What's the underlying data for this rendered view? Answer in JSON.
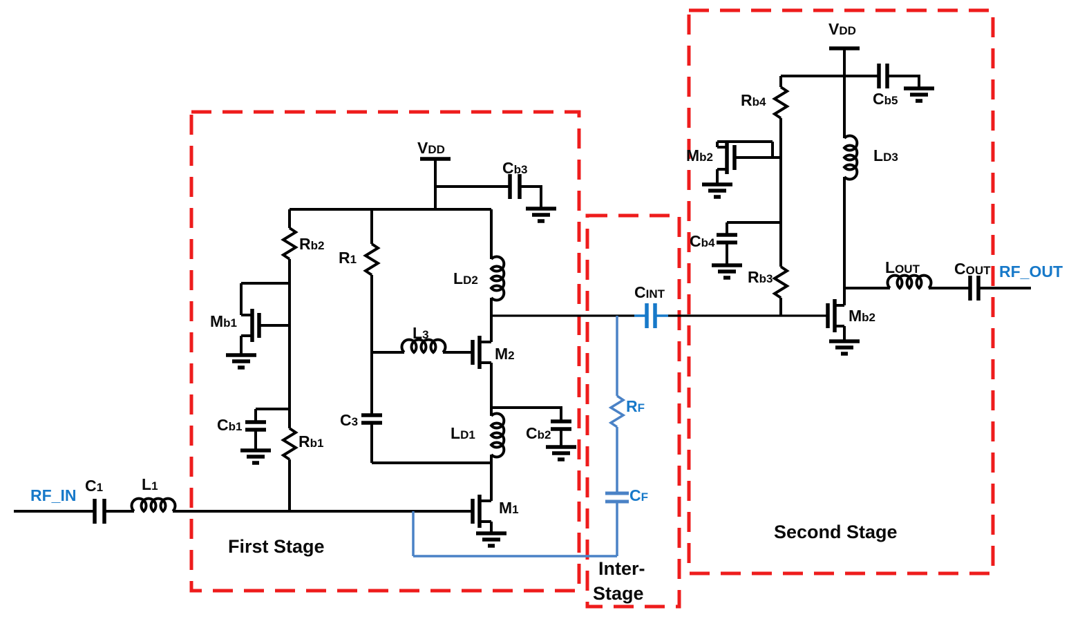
{
  "diagram": {
    "type": "circuit-schematic",
    "description": "Two-stage RF amplifier schematic with inter-stage feedback network",
    "stages": {
      "first": "First Stage",
      "inter_line1": "Inter-",
      "inter_line2": "Stage",
      "second": "Second Stage"
    },
    "ports": {
      "input": "RF_IN",
      "output": "RF_OUT"
    },
    "supply": {
      "main": "V",
      "sub": "DD"
    },
    "components": {
      "c1": {
        "main": "C",
        "sub": "1"
      },
      "l1": {
        "main": "L",
        "sub": "1"
      },
      "rb2": {
        "main": "R",
        "sub": "b2"
      },
      "r1": {
        "main": "R",
        "sub": "1"
      },
      "mb1": {
        "main": "M",
        "sub": "b1"
      },
      "cb1": {
        "main": "C",
        "sub": "b1"
      },
      "rb1": {
        "main": "R",
        "sub": "b1"
      },
      "cb3": {
        "main": "C",
        "sub": "b3"
      },
      "ld2": {
        "main": "L",
        "sub": "D2"
      },
      "l3": {
        "main": "L",
        "sub": "3"
      },
      "c3": {
        "main": "C",
        "sub": "3"
      },
      "m2": {
        "main": "M",
        "sub": "2"
      },
      "ld1": {
        "main": "L",
        "sub": "D1"
      },
      "cb2": {
        "main": "C",
        "sub": "b2"
      },
      "m1": {
        "main": "M",
        "sub": "1"
      },
      "cint": {
        "main": "C",
        "sub": "INT"
      },
      "rf": {
        "main": "R",
        "sub": "F"
      },
      "cf": {
        "main": "C",
        "sub": "F"
      },
      "rb4": {
        "main": "R",
        "sub": "b4"
      },
      "mb2_bias": {
        "main": "M",
        "sub": "b2"
      },
      "cb4": {
        "main": "C",
        "sub": "b4"
      },
      "rb3": {
        "main": "R",
        "sub": "b3"
      },
      "cb5": {
        "main": "C",
        "sub": "b5"
      },
      "ld3": {
        "main": "L",
        "sub": "D3"
      },
      "mb2_out": {
        "main": "M",
        "sub": "b2"
      },
      "lout": {
        "main": "L",
        "sub": "OUT"
      },
      "cout": {
        "main": "C",
        "sub": "OUT"
      }
    },
    "colors": {
      "wire_black": "#000000",
      "stage_box_red": "#ee1c1c",
      "feedback_blue": "#4a82c6",
      "accent_blue": "#1779c9"
    }
  }
}
